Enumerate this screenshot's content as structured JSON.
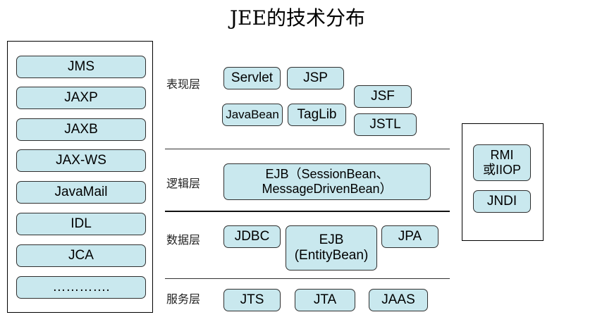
{
  "title": "JEE的技术分布",
  "left_column": [
    "JMS",
    "JAXP",
    "JAXB",
    "JAX-WS",
    "JavaMail",
    "IDL",
    "JCA",
    "………….",
    ""
  ],
  "layers": {
    "presentation": {
      "label": "表现层",
      "items": [
        "Servlet",
        "JSP",
        "JSF",
        "JavaBean",
        "TagLib",
        "JSTL"
      ]
    },
    "logic": {
      "label": "逻辑层",
      "items": [
        "EJB（SessionBean、\nMessageDrivenBean）"
      ]
    },
    "data": {
      "label": "数据层",
      "items": [
        "JDBC",
        "EJB\n(EntityBean)",
        "JPA"
      ]
    },
    "service": {
      "label": "服务层",
      "items": [
        "JTS",
        "JTA",
        "JAAS"
      ]
    }
  },
  "right_column": [
    "RMI\n或IIOP",
    "JNDI"
  ],
  "colors": {
    "box_fill": "#c9e8ee",
    "box_border": "#2f2f2f",
    "divider": "#333333"
  }
}
